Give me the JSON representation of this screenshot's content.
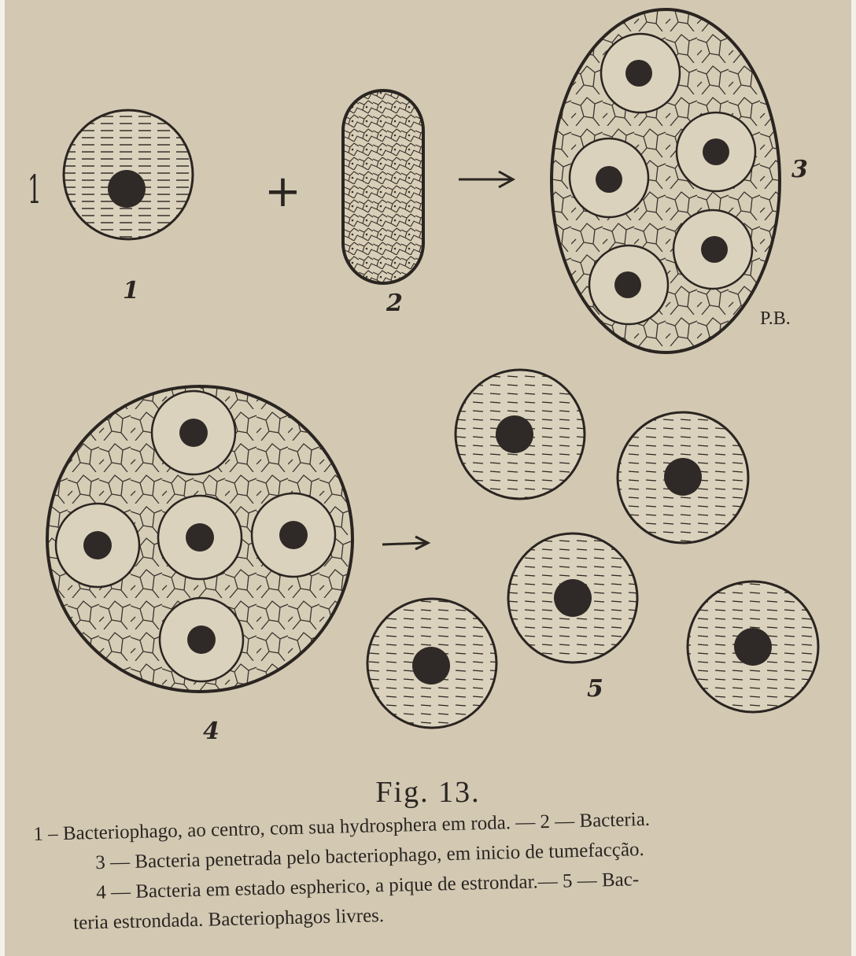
{
  "figure": {
    "labels": {
      "side_mark": "1",
      "l1": "1",
      "l2": "2",
      "l3": "3",
      "l4": "4",
      "l5": "5",
      "plus": "+",
      "initials": "P.B."
    },
    "title": "Fig. 13.",
    "caption": [
      "1 – Bacteriophago, ao centro, com sua hydrosphera em roda. — 2 — Bacteria.",
      "3 — Bacteria penetrada pelo bacteriophago, em inicio de tumefacção.",
      "4 — Bacteria em estado espherico, a pique de estrondar.— 5 — Bac-",
      "teria estrondada. Bacteriophagos livres."
    ]
  },
  "colors": {
    "paper": "#d3c9b3",
    "ink": "#2a2521",
    "nucleus": "#2f2a27"
  }
}
